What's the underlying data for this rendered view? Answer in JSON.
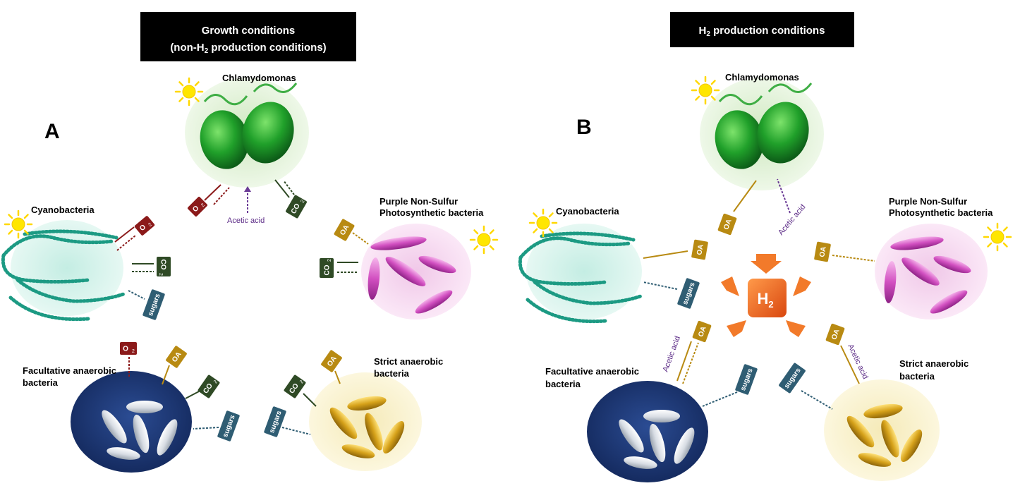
{
  "panelA": {
    "letter": "A",
    "header_line1": "Growth conditions",
    "header_line2_pre": "(non-H",
    "header_line2_sub": "2",
    "header_line2_post": " production conditions)",
    "chlamydomonas": "Chlamydomonas",
    "cyanobacteria": "Cyanobacteria",
    "purple_line1": "Purple Non-Sulfur",
    "purple_line2": "Photosynthetic bacteria",
    "facultative_line1": "Facultative anaerobic",
    "facultative_line2": "bacteria",
    "strict_line1": "Strict anaerobic",
    "strict_line2": "bacteria",
    "acetic_acid": "Acetic acid"
  },
  "panelB": {
    "letter": "B",
    "header_pre": "H",
    "header_sub": "2",
    "header_post": " production conditions",
    "chlamydomonas": "Chlamydomonas",
    "cyanobacteria": "Cyanobacteria",
    "purple_line1": "Purple Non-Sulfur",
    "purple_line2": "Photosynthetic bacteria",
    "facultative_line1": "Facultative anaerobic",
    "facultative_line2": "bacteria",
    "strict_line1": "Strict anaerobic",
    "strict_line2": "bacteria",
    "acetic_acid": "Acetic acid",
    "h2_main": "H",
    "h2_sub": "2"
  },
  "tags": {
    "o2_main": "O",
    "o2_sub": "2",
    "co2_main": "CO",
    "co2_sub": "2",
    "oa": "OA",
    "sugars": "sugars"
  },
  "colors": {
    "o2": "#8b1a1a",
    "co2": "#2f4a25",
    "oa": "#b88a12",
    "sugars": "#2f5d73",
    "acetic": "#6a3a95",
    "h2": "#e8621c",
    "chlamy_bg": "#d9efcf",
    "cyano_bg": "#d5f3ec",
    "purple_bg": "#f6d6ef",
    "facultative_bg": "#1f3a78",
    "strict_bg": "#f8f0c6"
  }
}
